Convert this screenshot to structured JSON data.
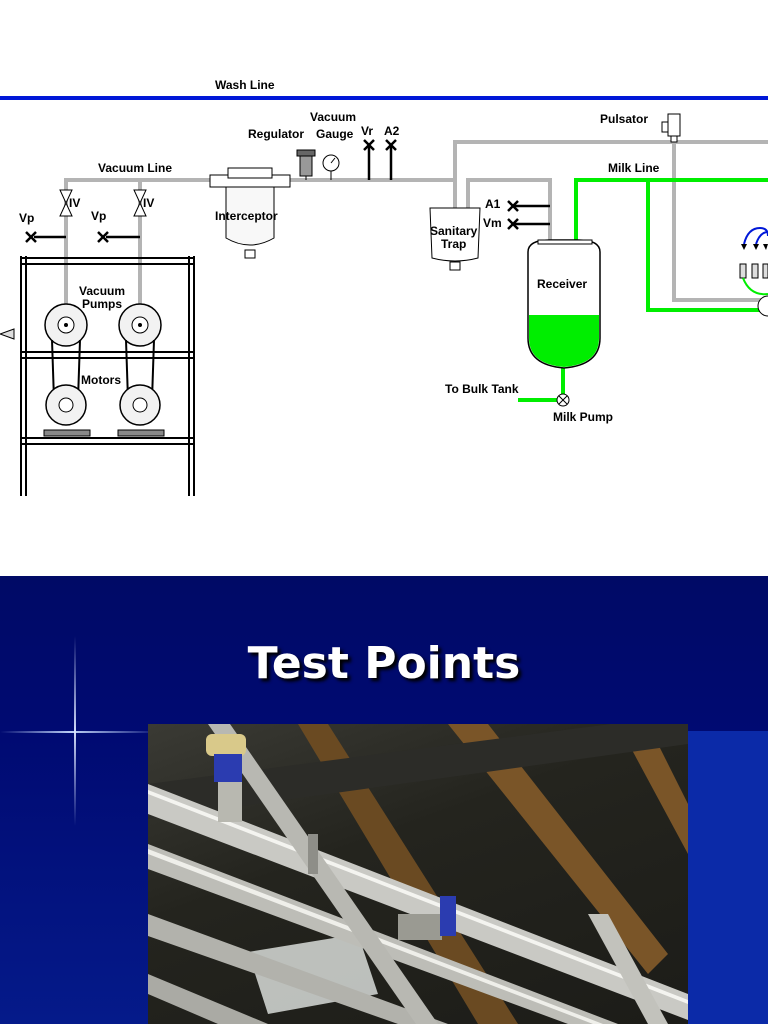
{
  "diagram": {
    "labels": {
      "wash_line": "Wash Line",
      "vacuum_line": "Vacuum Line",
      "vacuum": "Vacuum",
      "regulator": "Regulator",
      "gauge": "Gauge",
      "vr": "Vr",
      "a2": "A2",
      "pulsator": "Pulsator",
      "milk_line": "Milk Line",
      "iv_left": "IV",
      "iv_right": "IV",
      "vp_left": "Vp",
      "vp_right": "Vp",
      "interceptor": "Interceptor",
      "sanitary": "Sanitary",
      "trap": "Trap",
      "a1": "A1",
      "vm": "Vm",
      "receiver": "Receiver",
      "vacuum_pumps_line1": "Vacuum",
      "vacuum_pumps_line2": "Pumps",
      "motors": "Motors",
      "to_bulk_tank": "To Bulk Tank",
      "milk_pump": "Milk Pump"
    },
    "colors": {
      "wash_line": "#0018d8",
      "milk_line": "#00ee00",
      "vacuum_line": "#b4b4b4",
      "receiver_milk": "#00ee00"
    }
  },
  "slide": {
    "title": "Test Points",
    "background": "#000a72",
    "title_color": "#ffffff"
  }
}
